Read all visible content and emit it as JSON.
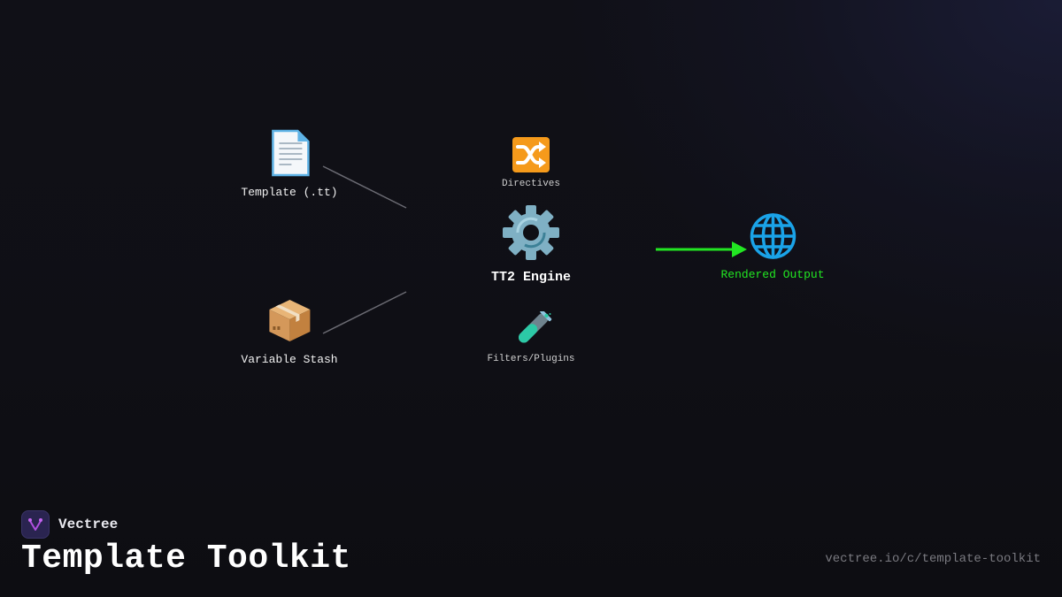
{
  "diagram": {
    "inputs": [
      {
        "label": "Template (.tt)",
        "icon": "document-icon"
      },
      {
        "label": "Variable Stash",
        "icon": "package-icon"
      }
    ],
    "engine": {
      "label": "TT2 Engine",
      "icon": "gear-icon",
      "directives": {
        "label": "Directives",
        "icon": "shuffle-icon"
      },
      "plugins": {
        "label": "Filters/Plugins",
        "icon": "test-tube-icon"
      }
    },
    "output": {
      "label": "Rendered Output",
      "icon": "globe-icon"
    },
    "colors": {
      "arrow": "#22e622",
      "connector": "#6a6a72",
      "output_label": "#22e622",
      "globe": "#1aa3e8",
      "directives_tile": "#f59a1b"
    }
  },
  "footer": {
    "brand": "Vectree",
    "title": "Template Toolkit",
    "url": "vectree.io/c/template-toolkit"
  }
}
